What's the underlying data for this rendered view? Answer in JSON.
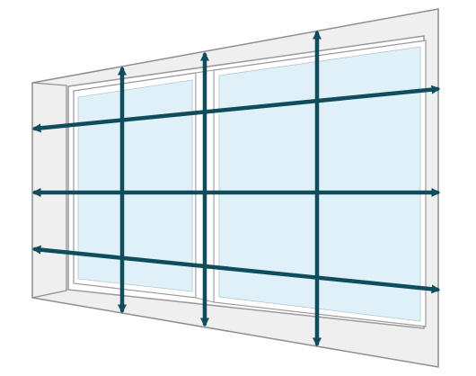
{
  "diagram": {
    "subject": "window-measurement",
    "colors": {
      "wall": "#efefef",
      "wall_outline": "#8e8e8e",
      "frame": "#ffffff",
      "frame_outline": "#9a9a9a",
      "glass": "#dff0f8",
      "arrow": "#0f4d5c"
    },
    "arrows": {
      "vertical_count": 3,
      "horizontal_count": 3,
      "icon": "double-headed-arrow"
    }
  }
}
